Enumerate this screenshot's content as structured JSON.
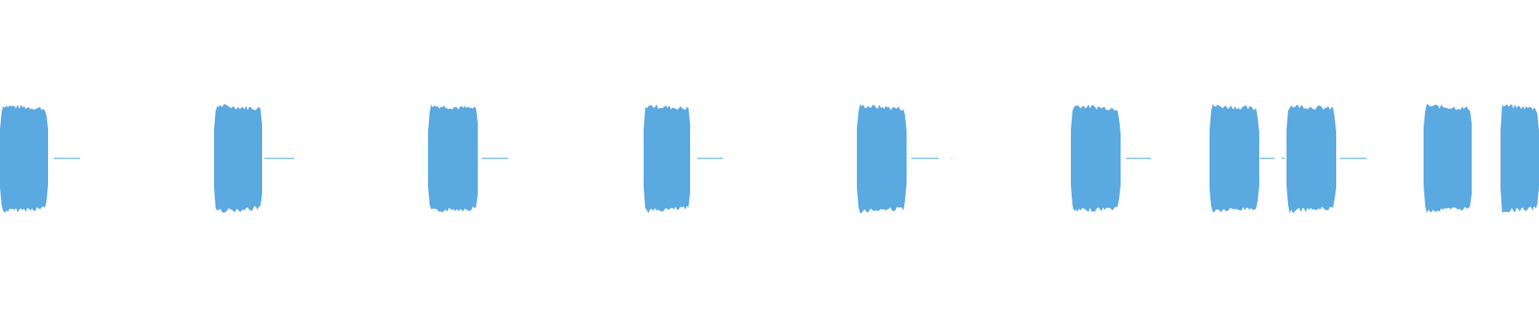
{
  "waveform": {
    "color": "#5aa9e1",
    "background": "#ffffff",
    "bursts": [
      {
        "start": 0.0,
        "end": 0.031
      },
      {
        "start": 0.139,
        "end": 0.171
      },
      {
        "start": 0.278,
        "end": 0.311
      },
      {
        "start": 0.418,
        "end": 0.449
      },
      {
        "start": 0.557,
        "end": 0.589
      },
      {
        "start": 0.696,
        "end": 0.728
      },
      {
        "start": 0.786,
        "end": 0.818
      },
      {
        "start": 0.836,
        "end": 0.868
      },
      {
        "start": 0.925,
        "end": 0.957
      },
      {
        "start": 0.975,
        "end": 1.0
      }
    ],
    "silence_lines": [
      {
        "start": 0.035,
        "end": 0.052
      },
      {
        "start": 0.172,
        "end": 0.191
      },
      {
        "start": 0.313,
        "end": 0.33
      },
      {
        "start": 0.453,
        "end": 0.47
      },
      {
        "start": 0.592,
        "end": 0.61
      },
      {
        "start": 0.618,
        "end": 0.619
      },
      {
        "start": 0.732,
        "end": 0.748
      },
      {
        "start": 0.819,
        "end": 0.828
      },
      {
        "start": 0.833,
        "end": 0.835
      },
      {
        "start": 0.871,
        "end": 0.888
      }
    ]
  }
}
